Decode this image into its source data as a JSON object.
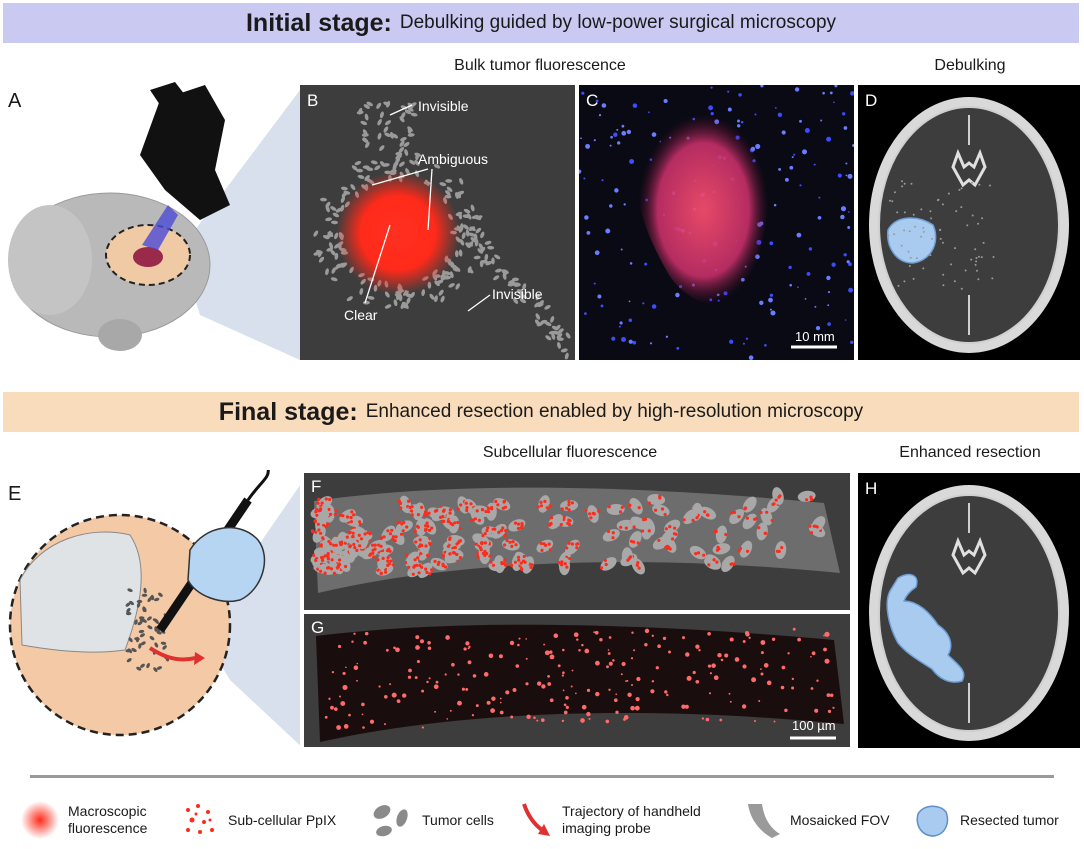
{
  "initial_banner": {
    "bold": "Initial stage:",
    "rest": "Debulking guided by low-power surgical microscopy",
    "bg": "#c9c9f2"
  },
  "final_banner": {
    "bold": "Final stage:",
    "rest": "Enhanced resection enabled by high-resolution microscopy",
    "bg": "#f8dcbc"
  },
  "titles": {
    "bulk": "Bulk tumor fluorescence",
    "debulking": "Debulking",
    "subcellular": "Subcellular fluorescence",
    "enhanced": "Enhanced resection"
  },
  "panel_letters": {
    "a": "A",
    "b": "B",
    "c": "C",
    "d": "D",
    "e": "E",
    "f": "F",
    "g": "G",
    "h": "H"
  },
  "panel_b": {
    "invisible_top": "Invisible",
    "ambiguous": "Ambiguous",
    "clear": "Clear",
    "invisible_bottom": "Invisible"
  },
  "scalebars": {
    "c": "10 mm",
    "g": "100 µm"
  },
  "legend": {
    "macroscopic": "Macroscopic fluorescence",
    "subcellular": "Sub-cellular PpIX",
    "tumor_cells": "Tumor cells",
    "trajectory": "Trajectory of handheld imaging probe",
    "mosaicked": "Mosaicked FOV",
    "resected": "Resected tumor"
  },
  "colors": {
    "panel_dark": "#3d3d3d",
    "fluorescence_red": "#ff2a1a",
    "resected_blue": "#a9cbf0",
    "cell_gray": "#9a9a9a"
  }
}
